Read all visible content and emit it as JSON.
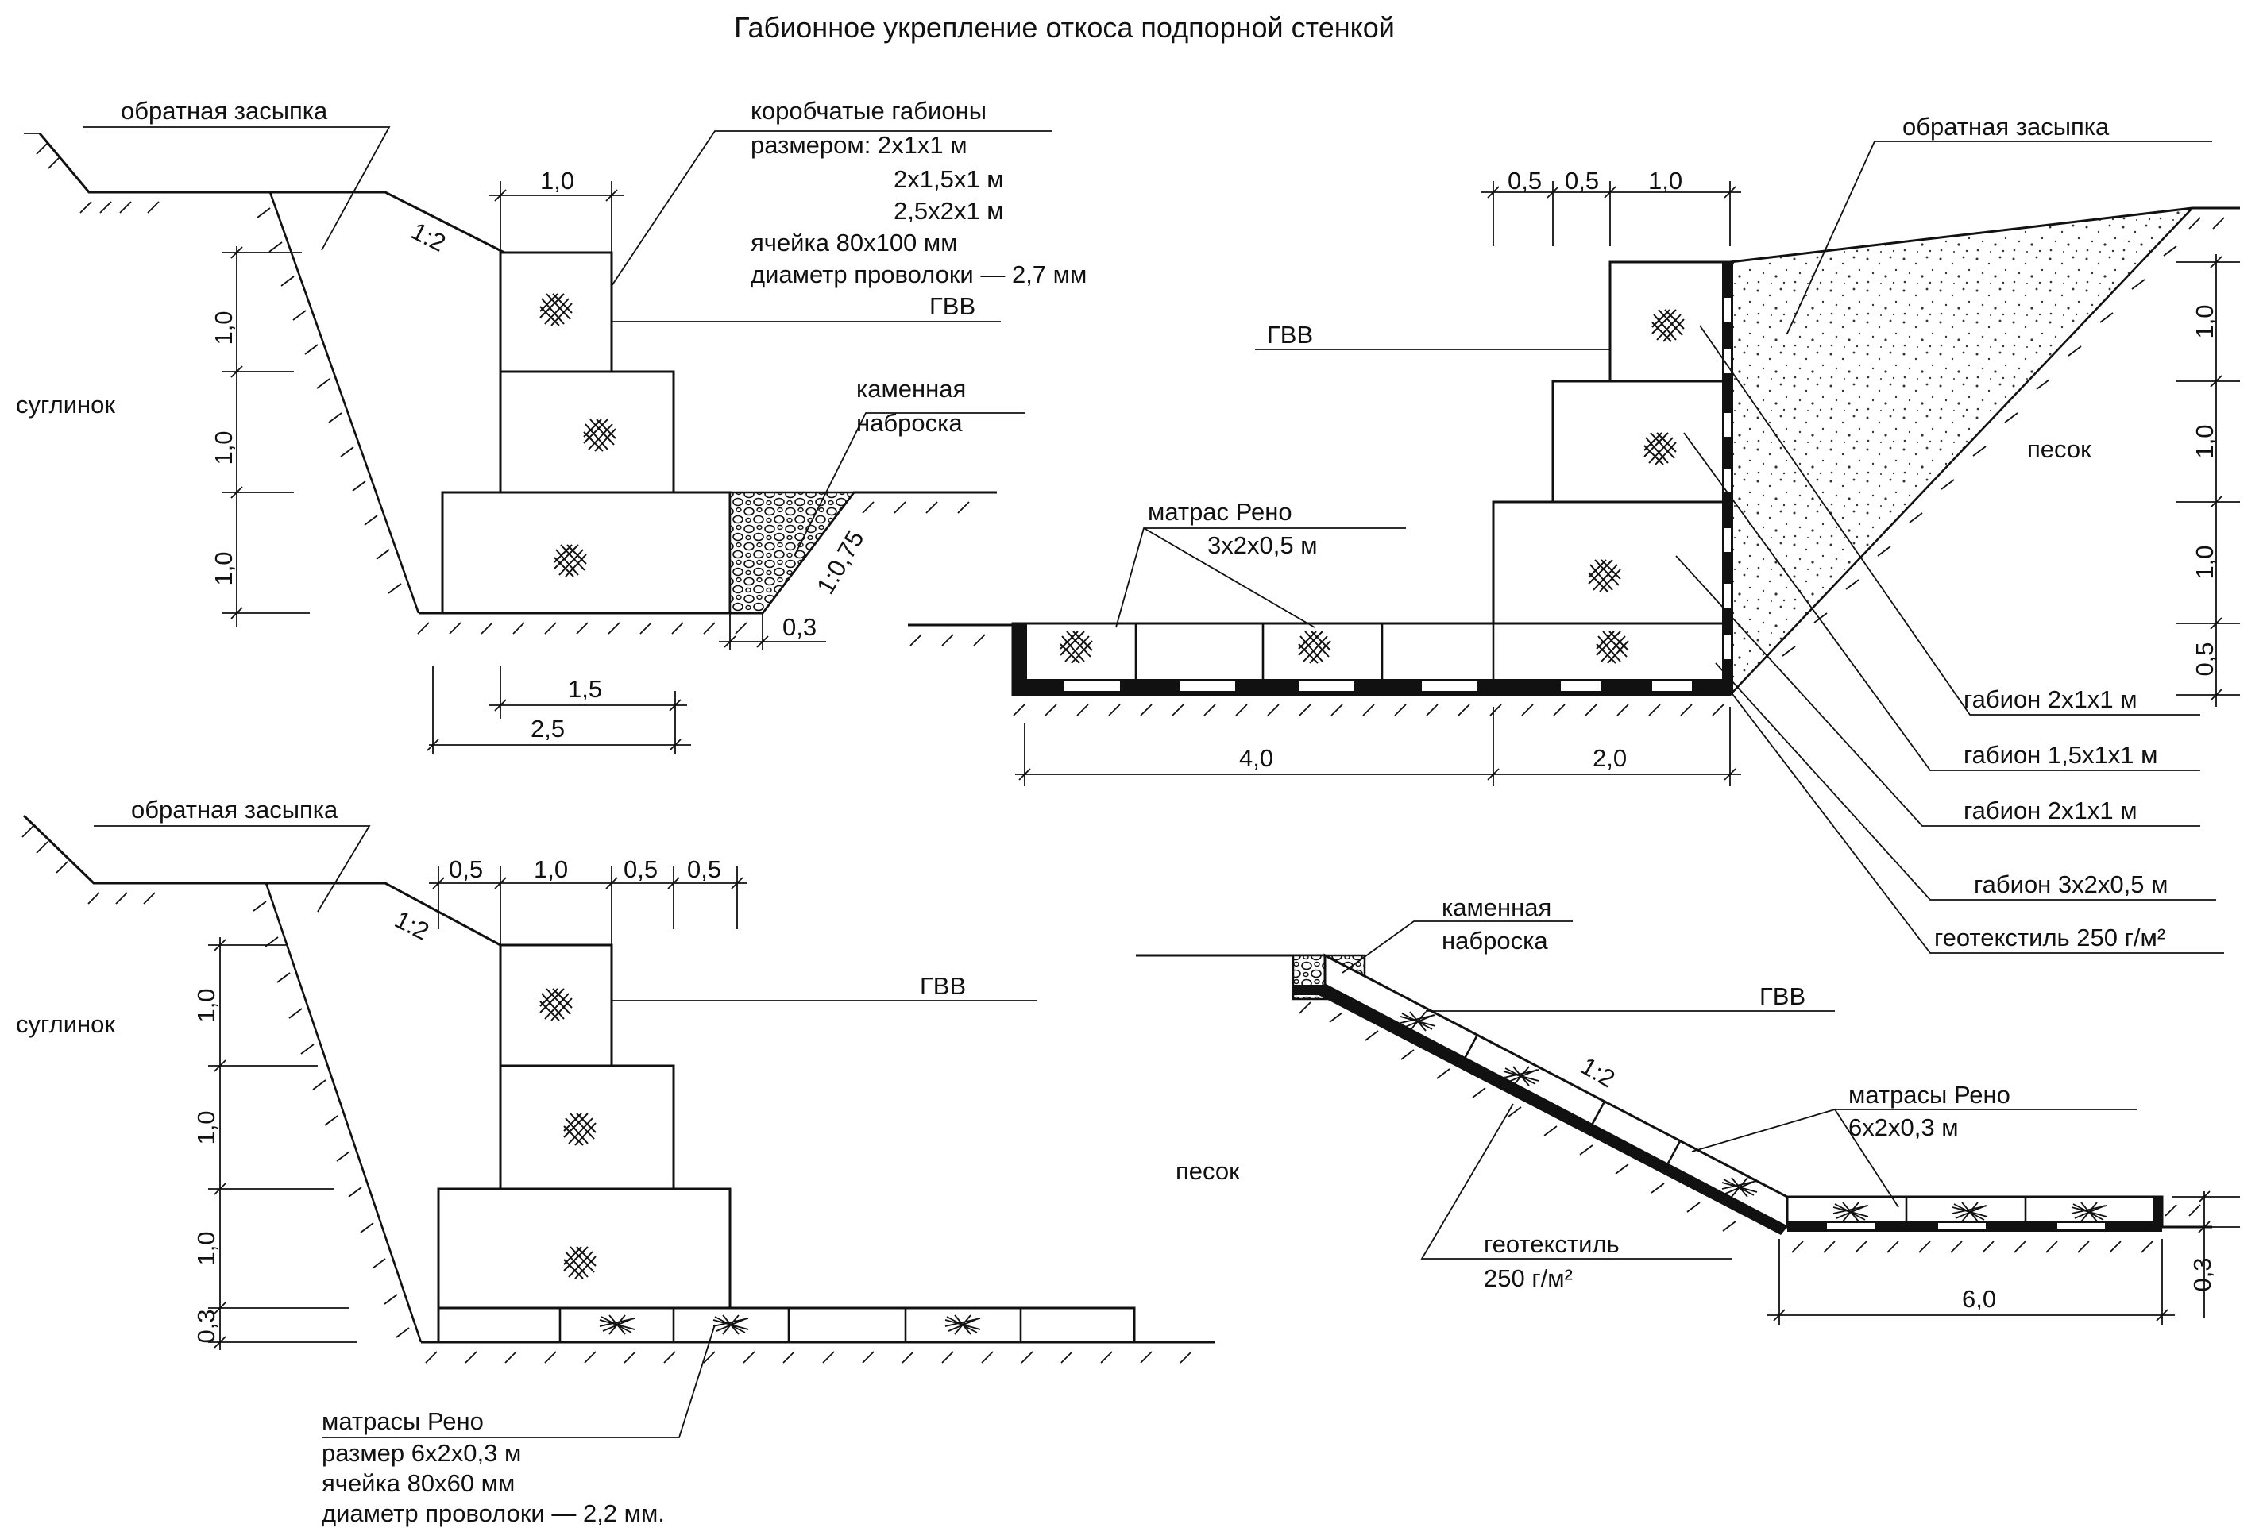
{
  "title": "Габионное укрепление откоса подпорной стенкой",
  "diagram_tl": {
    "backfill": "обратная засыпка",
    "soil": "суглинок",
    "slope": "1:2",
    "gabions_title": "коробчатые габионы",
    "gabions_size1": "размером: 2х1х1 м",
    "gabions_size2": "2х1,5х1 м",
    "gabions_size3": "2,5х2х1 м",
    "gabions_mesh": "ячейка      80х100 мм",
    "gabions_wire": "диаметр проволоки — 2,7 мм",
    "gwl": "ГВВ",
    "riprap1": "каменная",
    "riprap2": "наброска",
    "riprap_slope": "1:0,75",
    "dim_top": "1,0",
    "dim_v1": "1,0",
    "dim_v2": "1,0",
    "dim_v3": "1,0",
    "dim_toe": "0,3",
    "dim_b1": "1,5",
    "dim_b2": "2,5"
  },
  "diagram_tr": {
    "backfill": "обратная засыпка",
    "sand": "песок",
    "gwl": "ГВВ",
    "reno1": "матрас Рено",
    "reno2": "3х2х0,5  м",
    "dim_t1": "0,5",
    "dim_t2": "0,5",
    "dim_t3": "1,0",
    "dim_r1": "1,0",
    "dim_r2": "1,0",
    "dim_r3": "1,0",
    "dim_r4": "0,5",
    "dim_b1": "4,0",
    "dim_b2": "2,0",
    "legend1": "габион 2х1х1 м",
    "legend2": "габион 1,5х1х1 м",
    "legend3": "габион  2х1х1 м",
    "legend4": "габион   3х2х0,5 м",
    "legend5": "геотекстиль  250 г/м²"
  },
  "diagram_bl": {
    "backfill": "обратная засыпка",
    "soil": "суглинок",
    "slope": "1:2",
    "gwl": "ГВВ",
    "dim_t1": "0,5",
    "dim_t2": "1,0",
    "dim_t3": "0,5",
    "dim_t4": "0,5",
    "dim_v1": "1,0",
    "dim_v2": "1,0",
    "dim_v3": "1,0",
    "dim_v4": "0,3",
    "reno_title": "матрасы Рено",
    "reno_size": "размер 6х2х0,3 м",
    "reno_mesh": "ячейка 80х60 мм",
    "reno_wire": "диаметр проволоки — 2,2 мм."
  },
  "diagram_br": {
    "riprap1": "каменная",
    "riprap2": "наброска",
    "gwl": "ГВВ",
    "slope": "1:2",
    "sand": "песок",
    "reno1": "матрасы Рено",
    "reno2": "6х2х0,3 м",
    "geo1": "геотекстиль",
    "geo2": "250 г/м²",
    "dim_len": "6,0",
    "dim_h": "0,3"
  }
}
